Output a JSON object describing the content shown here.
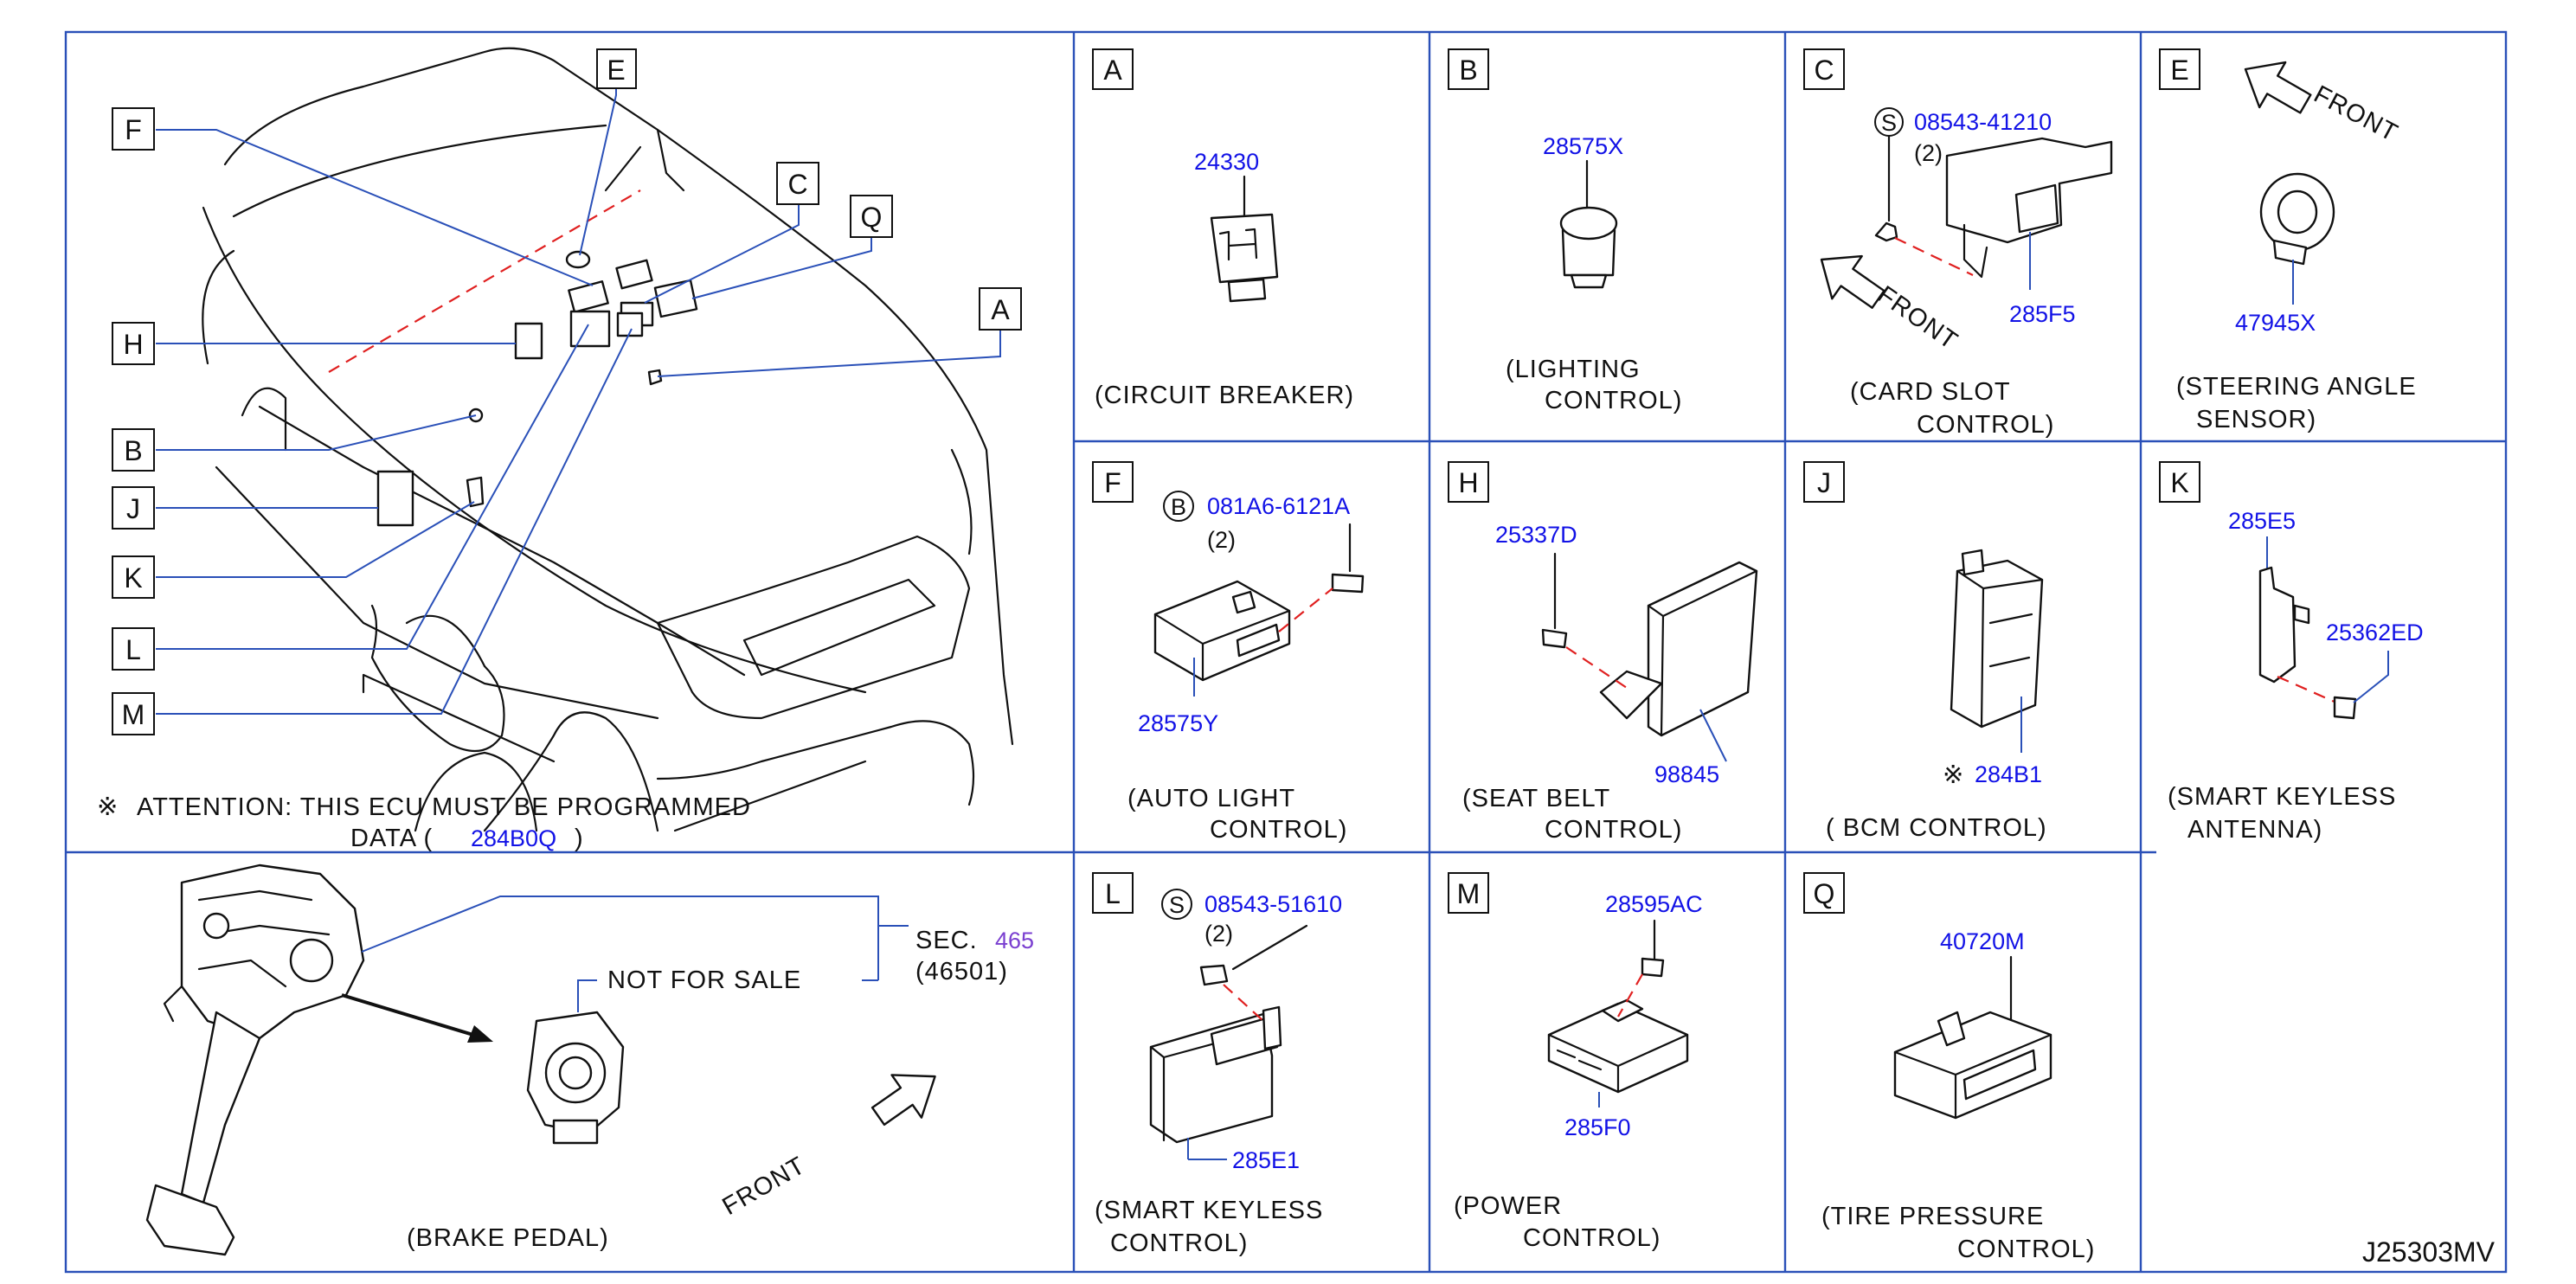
{
  "overview": {
    "callouts": {
      "E": "E",
      "F": "F",
      "C": "C",
      "Q": "Q",
      "A": "A",
      "H": "H",
      "B": "B",
      "J": "J",
      "K": "K",
      "L": "L",
      "M": "M"
    },
    "attention_symbol": "※",
    "attention_line1": "ATTENTION:  THIS  ECU  MUST  BE  PROGRAMMED",
    "attention_line2a": "DATA  (",
    "attention_code": "284B0Q",
    "attention_line2b": ")"
  },
  "brake": {
    "sec_label": "SEC.",
    "sec_number": "465",
    "sec_sub": "(46501)",
    "not_for_sale": "NOT  FOR  SALE",
    "front": "FRONT",
    "caption": "(BRAKE   PEDAL)"
  },
  "panels": {
    "A": {
      "letter": "A",
      "part": "24330",
      "cap1": "(CIRCUIT   BREAKER)"
    },
    "B": {
      "letter": "B",
      "part": "28575X",
      "cap1": "(LIGHTING",
      "cap2": "CONTROL)"
    },
    "C": {
      "letter": "C",
      "s_mark": "S",
      "screw": "08543-41210",
      "qty": "(2)",
      "part": "285F5",
      "front": "FRONT",
      "cap1": "(CARD   SLOT",
      "cap2": "CONTROL)"
    },
    "E": {
      "letter": "E",
      "front": "FRONT",
      "part": "47945X",
      "cap1": "(STEERING   ANGLE",
      "cap2": "SENSOR)"
    },
    "F": {
      "letter": "F",
      "b_mark": "B",
      "bolt": "081A6-6121A",
      "qty": "(2)",
      "part": "28575Y",
      "cap1": "(AUTO   LIGHT",
      "cap2": "CONTROL)"
    },
    "H": {
      "letter": "H",
      "screw": "25337D",
      "part": "98845",
      "cap1": "(SEAT   BELT",
      "cap2": "CONTROL)"
    },
    "J": {
      "letter": "J",
      "mark": "※",
      "part": "284B1",
      "cap1": "( BCM   CONTROL)"
    },
    "K": {
      "letter": "K",
      "bracket": "285E5",
      "screw": "25362ED",
      "cap1": "(SMART   KEYLESS",
      "cap2": "ANTENNA)"
    },
    "L": {
      "letter": "L",
      "s_mark": "S",
      "screw": "08543-51610",
      "qty": "(2)",
      "part": "285E1",
      "cap1": "(SMART   KEYLESS",
      "cap2": "CONTROL)"
    },
    "M": {
      "letter": "M",
      "screw": "28595AC",
      "part": "285F0",
      "cap1": "(POWER",
      "cap2": "CONTROL)"
    },
    "Q": {
      "letter": "Q",
      "part": "40720M",
      "cap1": "(TIRE   PRESSURE",
      "cap2": "CONTROL)"
    }
  },
  "diagram_code": "J25303MV",
  "colors": {
    "frame": "#2a50b8",
    "part_number": "#1212e6",
    "sec_number": "#7a3fd0",
    "dashed": "#e02020"
  }
}
